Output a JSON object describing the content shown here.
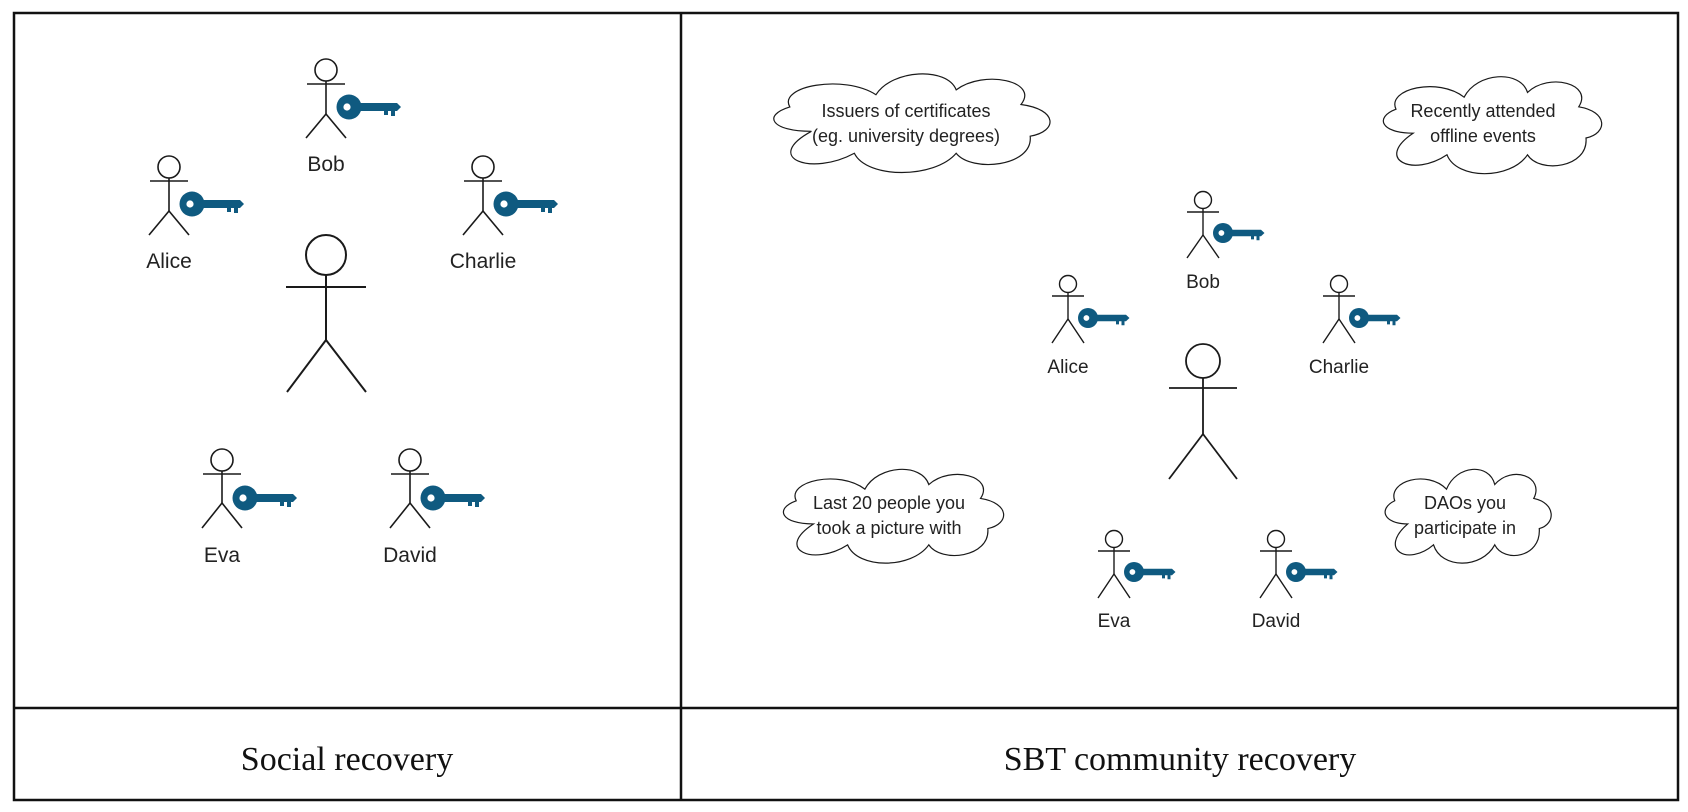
{
  "panels": {
    "left": {
      "caption": "Social recovery",
      "guardians": [
        "Bob",
        "Alice",
        "Charlie",
        "Eva",
        "David"
      ]
    },
    "right": {
      "caption": "SBT community recovery",
      "guardians": [
        "Bob",
        "Alice",
        "Charlie",
        "Eva",
        "David"
      ],
      "clouds": [
        [
          "Issuers of certificates",
          "(eg. university degrees)"
        ],
        [
          "Recently attended",
          "offline events"
        ],
        [
          "Last 20 people you",
          "took a picture with"
        ],
        [
          "DAOs you",
          "participate in"
        ]
      ]
    }
  },
  "colors": {
    "key": "#0f5a80",
    "line": "#1a1a1a"
  },
  "icons": {
    "guardian": "person-icon",
    "key": "key-icon",
    "owner": "owner-person-icon",
    "cloud": "cloud-shape"
  }
}
